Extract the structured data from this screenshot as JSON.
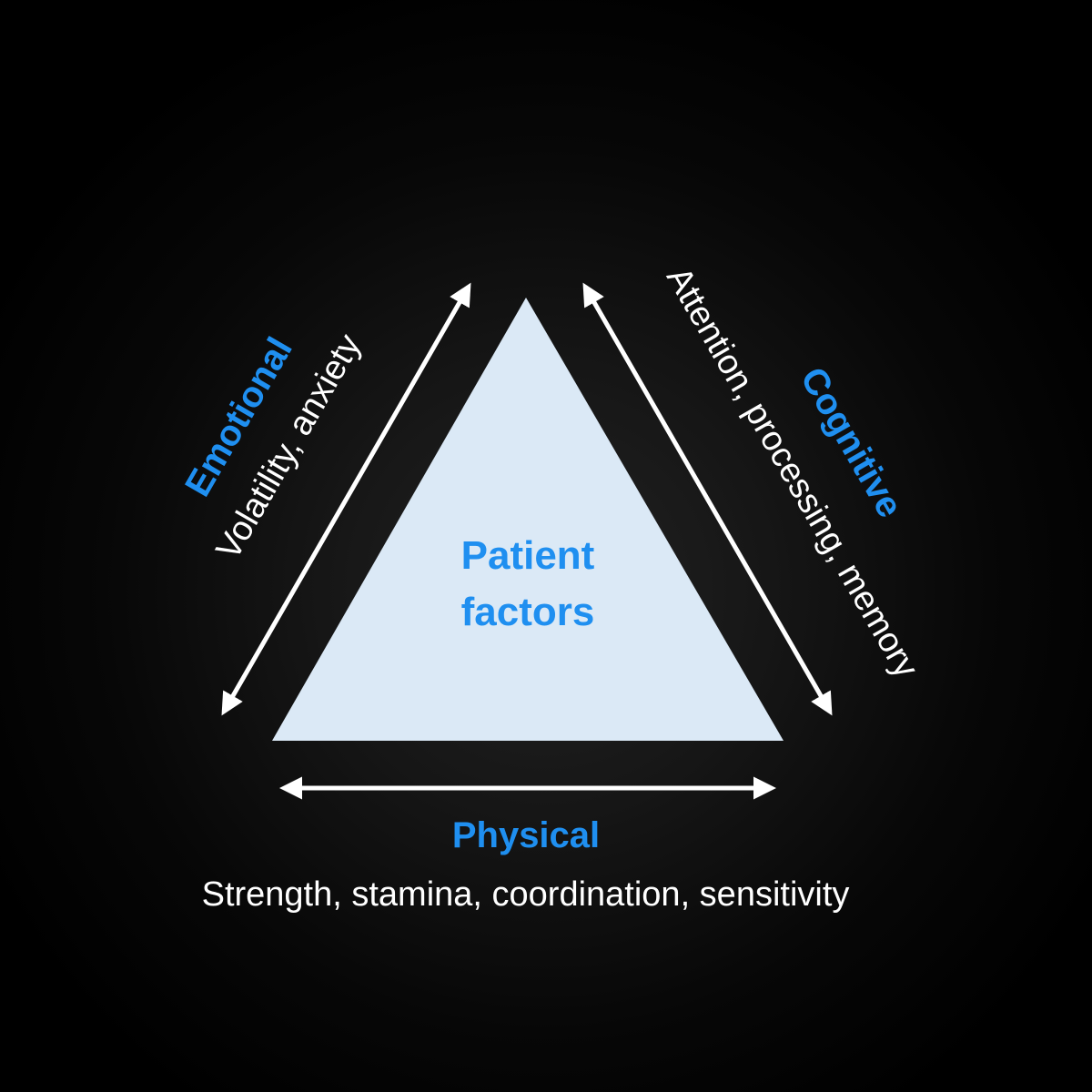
{
  "colors": {
    "accent": "#1f8ff0",
    "text": "#ffffff",
    "triangle_fill": "#dbe9f6",
    "arrow": "#ffffff",
    "background": "#000000"
  },
  "center": {
    "label": "Patient\nfactors"
  },
  "emotional": {
    "title": "Emotional",
    "description": "Volatility, anxiety"
  },
  "cognitive": {
    "title": "Cognitive",
    "description": "Attention, processing, memory"
  },
  "physical": {
    "title": "Physical",
    "description": "Strength, stamina, coordination, sensitivity"
  }
}
